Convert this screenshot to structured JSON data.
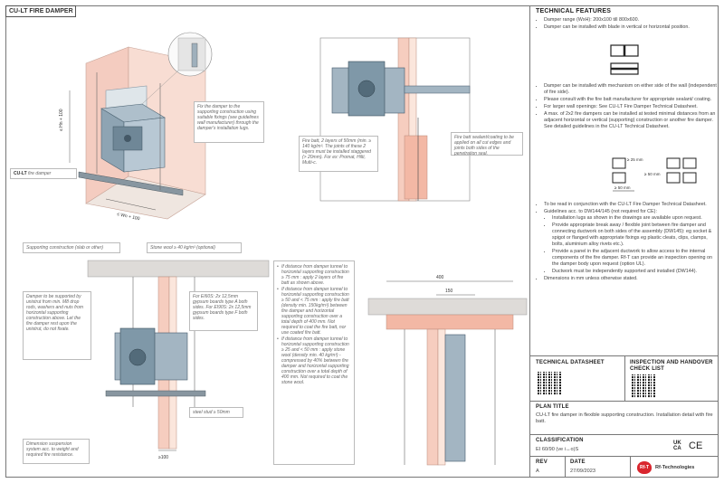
{
  "sheet_title": "CU-LT FIRE DAMPER",
  "technical_features": {
    "heading": "TECHNICAL FEATURES",
    "bullets_a": [
      "Damper range (WxH): 200x100 till 800x600.",
      "Damper can be installed with blade in vertical or horizontal position."
    ],
    "bullets_b": [
      "Damper can be installed with mechanism on either side of the wall (independent of fire side).",
      "Please consult with the fire batt manufacturer for appropriate sealant/ coating.",
      "For larger wall openings: See CU-LT Fire Damper Technical Datasheet.",
      "A max. of 2x2 fire dampers can be installed at tested minimal distances from an adjacent horizontal or vertical (supporting) construction or another fire damper. See detailed guidelines in the CU-LT Technical Datasheet."
    ],
    "spacing_labels": [
      "≥ 25 mm",
      "≥ 50 mm",
      "≥ 50 mm"
    ],
    "bullets_c": [
      "To be read in conjunction with the CU-LT Fire Damper Technical Datasheet.",
      "Guidelines acc. to DW144/145 (not required for CE):"
    ],
    "sub_bullets": [
      "Installation lugs as shown in the drawings are available upon request.",
      "Provide appropriate break away / flexible joint between fire damper and connecting ductwork on both sides of the assembly (DW145): eg socket & spigot or flanged with appropriate fixings eg plastic cleats, clips, clamps, bolts, aluminium alloy rivets etc.).",
      "Provide a panel in the adjacent ductwork to allow access to the internal components of the fire damper. Rf-T can provide an inspection opening on the damper body upon request (option UL).",
      "Ductwork must be independently supported and installed (DW144)."
    ],
    "bullets_d": [
      "Dimensions in mm unless otherwise stated."
    ]
  },
  "technical_datasheet": "TECHNICAL DATASHEET",
  "inspection": "INSPECTION AND HANDOVER CHECK LIST",
  "plan_title": {
    "heading": "PLAN TITLE",
    "text": "CU-LT fire damper in flexible supporting construction. Installation detail with fire batt."
  },
  "classification": {
    "heading": "CLASSIFICATION",
    "value": "EI 60/90 (ve i↔o)S",
    "marks": [
      "UK CA",
      "CE"
    ]
  },
  "rev": {
    "label": "REV",
    "value": "A"
  },
  "date": {
    "label": "DATE",
    "value": "27/09/2023"
  },
  "brand": {
    "logo": "Rf-T",
    "name": "Rf-Technologies"
  },
  "drawing": {
    "iso_dim_h": "≤ Hn + 100",
    "iso_dim_w": "≤ Wn + 100",
    "iso_product_label_a": "CU-LT",
    "iso_product_label_b": "fire damper",
    "fix_note": "Fix the damper to the supporting construction using suitable fixings (see guidelines wall manufacturer) through the damper's installation lugs.",
    "firebatt_note": "Fire batt, 2 layers of 50mm (min. ≥ 140 kg/m³. The joints of these 2 layers must be installed staggered (> 20mm). For ex: Promat, Hilti, Multi-c.",
    "coating_note": "Fire batt sealant/coating to be applied on all cut edges and joints both sides of the penetration seal.",
    "supporting_construction": "Supporting construction (slab or other)",
    "stone_wool": "Stone wool ≥ 40 kg/m³ (optional)",
    "damper_support_note": "Damper to be supported by unistrut from min. M8 drop rods, washers and nuts from horizontal supporting construction above. Let the fire damper rest upon the unistrut, do not fixate.",
    "ekos_note": "For EI60S: 2x 12,5mm gypsum boards type A both sides. For EI90S: 2x 12,5mm gypsum boards type F both sides.",
    "steel_stud": "steel stud ≥ 50mm",
    "dim_100": "≥100",
    "suspension_note": "Dimension suspension system acc. to weight and required fire resistance.",
    "distance_note_1": "If distance from damper tunnel to horizontal supporting construction ≥ 75 mm : apply 2 layers of fire batt as shown above.",
    "distance_note_2": "If distance from damper tunnel to horizontal supporting construction ≥ 50 and < 75 mm : apply fire batt (density min. 150kg/m³) between fire damper and horizontal supporting construction over a total depth of 400 mm. Not required to coat the fire batt, nor use coated fire batt.",
    "distance_note_3": "If distance from damper tunnel to horizontal supporting construction ≥ 25 and < 50 mm : apply stone wool (density min. 40 kg/m³) - compressed by 40% between fire damper and horizontal supporting construction over a total depth of 400 mm. Not required to coat the stone wool.",
    "dim_400": "400",
    "dim_150": "150"
  }
}
